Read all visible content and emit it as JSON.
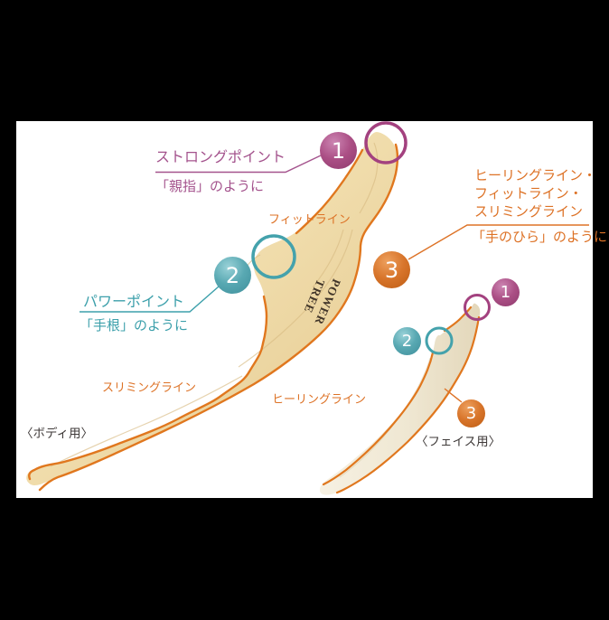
{
  "canvas": {
    "background": "#000000",
    "panel_background": "#ffffff"
  },
  "colors": {
    "purple_accent": "#a4538d",
    "teal_accent": "#3da0ab",
    "orange_accent": "#dd7226",
    "dark_text": "#3f3a39",
    "wood_outline": "#e0771e",
    "wood_fill_light": "#f8ecca",
    "wood_fill_dark": "#e3c78c"
  },
  "annotations": {
    "strong_point": {
      "title": "ストロングポイント",
      "note": "「親指」のように",
      "marker": "1"
    },
    "power_point": {
      "title": "パワーポイント",
      "note": "「手根」のように",
      "marker": "2"
    },
    "hand_lines": {
      "line1": "ヒーリングライン・",
      "line2": "フィットライン・",
      "line3": "スリミングライン",
      "note": "「手のひら」のように",
      "marker": "3"
    }
  },
  "line_labels": {
    "fit": "フィットライン",
    "slimming": "スリミングライン",
    "healing": "ヒーリングライン"
  },
  "captions": {
    "body": "〈ボディ用〉",
    "face": "〈フェイス用〉"
  },
  "brand": "POWER TREE"
}
